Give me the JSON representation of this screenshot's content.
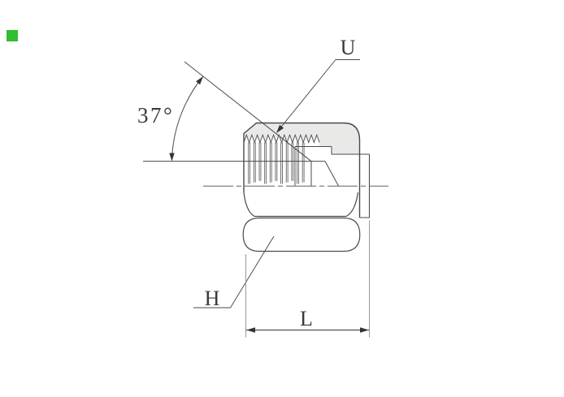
{
  "drawing": {
    "description": "Sectioned technical drawing of a flared tube cap fitting",
    "angle_label": "37°",
    "thread_label": "U",
    "hex_label": "H",
    "length_label": "L",
    "colors": {
      "outline": "#4a4a4a",
      "thin_line": "#5a5a5a",
      "section_fill": "#e9e9e8",
      "dimension": "#333333",
      "extension_line": "#8f8f8f",
      "corner_mark": "#2fbf2f",
      "text": "#3a3a3a"
    }
  }
}
